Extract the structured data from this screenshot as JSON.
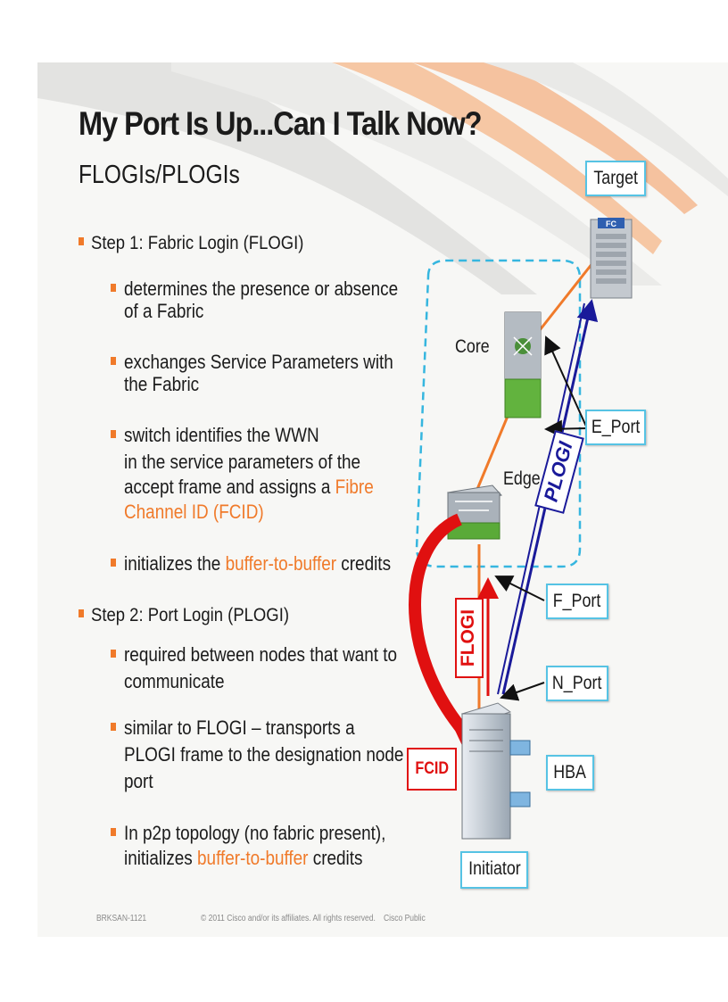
{
  "title": "My Port Is Up...Can I Talk Now?",
  "subtitle": "FLOGIs/PLOGIs",
  "bullets": {
    "step1": "Step 1: Fabric Login (FLOGI)",
    "s1a_l1": "determines the presence or absence",
    "s1a_l2": "of a Fabric",
    "s1b_l1": "exchanges Service Parameters with",
    "s1b_l2": "the Fabric",
    "s1c_l1": "switch identifies the WWN",
    "s1c_l2": "in the service parameters of the",
    "s1c_l3_pre": "accept frame and assigns a ",
    "s1c_l3_hl": "Fibre",
    "s1c_l4_hl": "Channel ID (FCID)",
    "s1d_pre": "initializes the ",
    "s1d_hl": "buffer-to-buffer",
    "s1d_post": " credits",
    "step2": "Step 2: Port Login (PLOGI)",
    "s2a_l1": "required between nodes that want to",
    "s2a_l2": "communicate",
    "s2b_l1": "similar to FLOGI – transports a",
    "s2b_l2": "PLOGI frame to the designation node",
    "s2b_l3": "port",
    "s2c_l1": "In p2p topology (no fabric present),",
    "s2c_l2_pre": "initializes ",
    "s2c_l2_hl": "buffer-to-buffer",
    "s2c_l2_post": " credits"
  },
  "diagram": {
    "target": "Target",
    "fc_badge": "FC",
    "core": "Core",
    "edge": "Edge",
    "e_port": "E_Port",
    "f_port": "F_Port",
    "n_port": "N_Port",
    "hba": "HBA",
    "initiator": "Initiator",
    "plogi": "PLOGI",
    "flogi": "FLOGI",
    "fcid": "FCID"
  },
  "footer": {
    "code": "BRKSAN-1121",
    "copyright": "© 2011 Cisco and/or its affiliates. All rights reserved.",
    "classification": "Cisco Public"
  },
  "colors": {
    "accent_orange": "#f07a2a",
    "callout_blue": "#56c3e4",
    "plogi_blue": "#1a1a9a",
    "flogi_red": "#e01010"
  }
}
